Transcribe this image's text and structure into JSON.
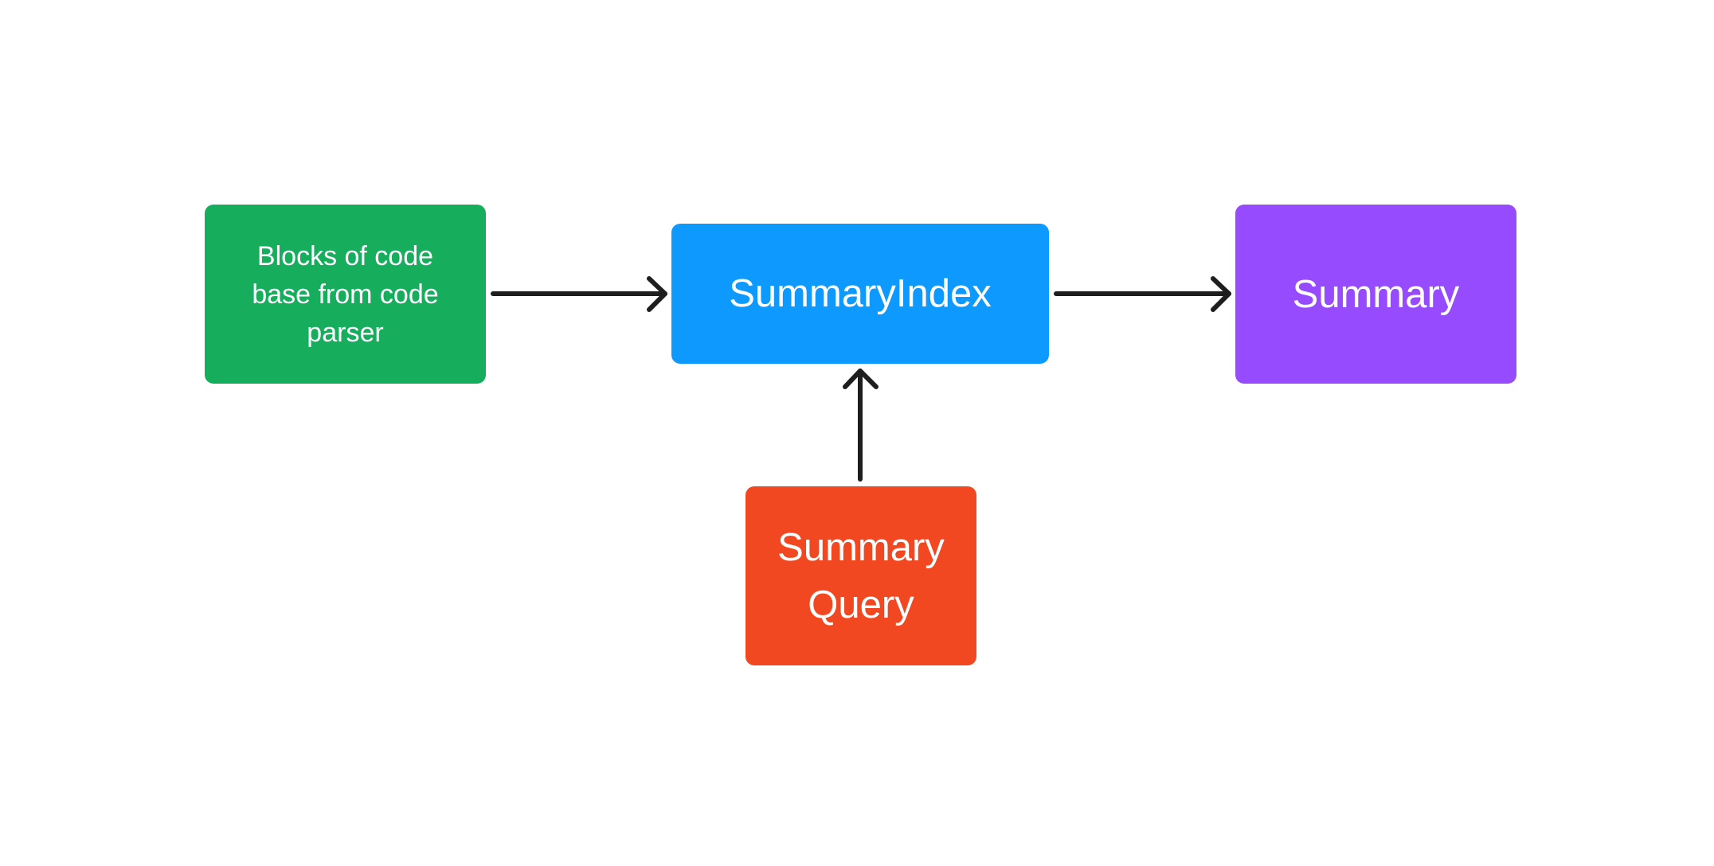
{
  "diagram": {
    "nodes": {
      "source": {
        "label": "Blocks of code\nbase from code\nparser",
        "color": "#16ad5c"
      },
      "index": {
        "label": "SummaryIndex",
        "color": "#0e99ff"
      },
      "summary": {
        "label": "Summary",
        "color": "#974bfe"
      },
      "query": {
        "label": "Summary\nQuery",
        "color": "#f24822"
      }
    },
    "edges": [
      {
        "from": "source",
        "to": "index"
      },
      {
        "from": "index",
        "to": "summary"
      },
      {
        "from": "query",
        "to": "index"
      }
    ],
    "edge_color": "#1e1e1e"
  }
}
